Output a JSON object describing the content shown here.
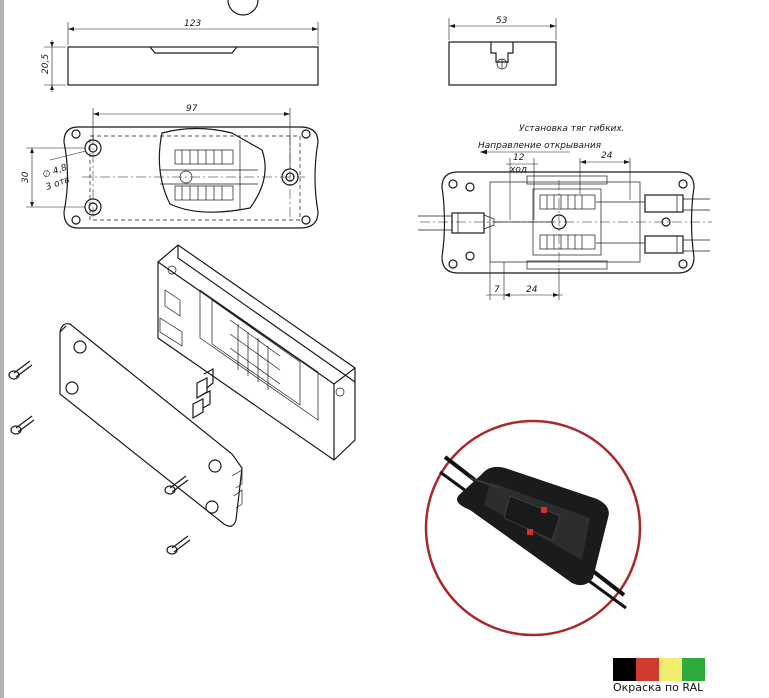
{
  "front_view": {
    "width_dim": "123",
    "height_dim": "20,5"
  },
  "side_view": {
    "width_dim": "53"
  },
  "plan_view": {
    "hole_spacing_dim": "97",
    "height_dim": "30",
    "hole_note_diameter": "∅ 4,8",
    "hole_note_count": "3 отв"
  },
  "install_view": {
    "title": "Установка тяг гибких.",
    "direction_label": "Направление открывания",
    "travel_dim": "12",
    "travel_label": "ход",
    "top_right_dim": "24",
    "bottom_left_dim": "7",
    "bottom_mid_dim": "24"
  },
  "color_legend": {
    "label": "Окраска по RAL",
    "swatches": [
      "#000000",
      "#d13a2e",
      "#f1ec6e",
      "#2eaa3f"
    ]
  },
  "photo": {
    "border_color": "#a8282c",
    "part_color": "#1b1b1b",
    "accent_color": "#d33030"
  }
}
